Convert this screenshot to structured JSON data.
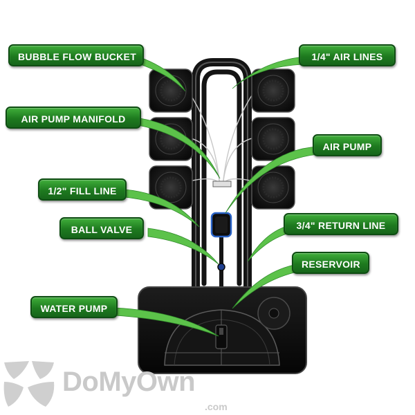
{
  "labels": {
    "bubble_flow_bucket": "BUBBLE FLOW BUCKET",
    "air_lines": "1/4\" AIR LINES",
    "air_pump_manifold": "AIR PUMP MANIFOLD",
    "air_pump": "AIR PUMP",
    "fill_line": "1/2\" FILL LINE",
    "ball_valve": "BALL VALVE",
    "return_line": "3/4\" RETURN LINE",
    "reservoir": "RESERVOIR",
    "water_pump": "WATER PUMP"
  },
  "watermark": {
    "brand": "DoMyOwn",
    "domain": ".com"
  },
  "colors": {
    "label_green": "#1e7a1f",
    "leader_green": "#5cc24a",
    "equipment_black": "#111111",
    "watermark_gray": "#c9c9c9"
  }
}
